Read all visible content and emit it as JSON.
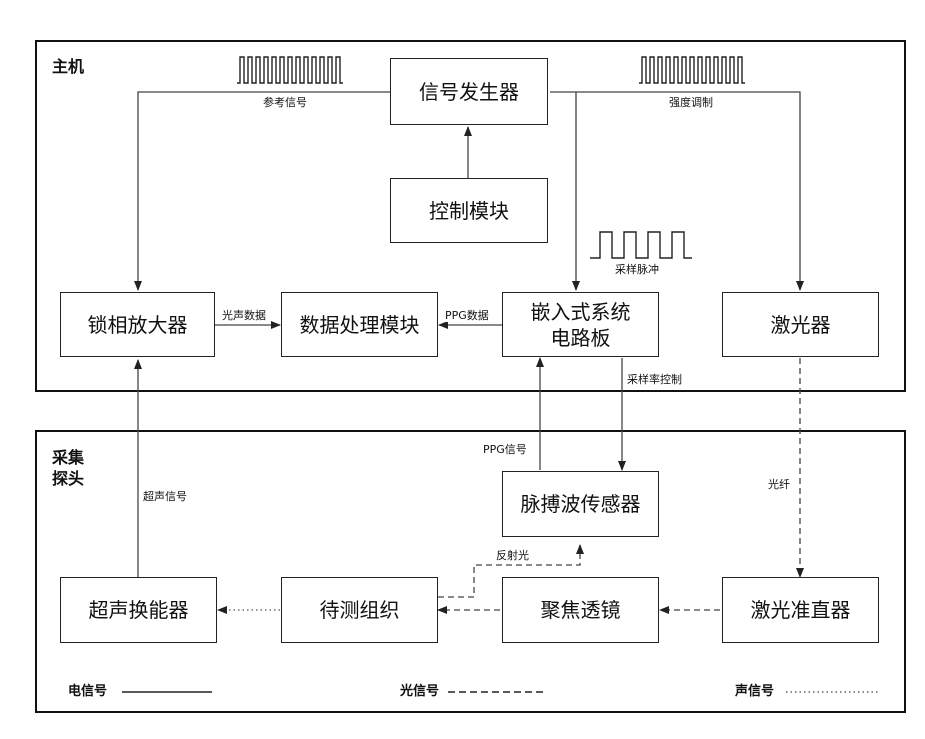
{
  "panels": {
    "host": {
      "title": "主机"
    },
    "probe": {
      "title_line1": "采集",
      "title_line2": "探头"
    }
  },
  "blocks": {
    "signal_generator": "信号发生器",
    "control_module": "控制模块",
    "lockin_amplifier": "锁相放大器",
    "data_processing": "数据处理模块",
    "embedded_board_line1": "嵌入式系统",
    "embedded_board_line2": "电路板",
    "laser": "激光器",
    "pulse_sensor": "脉搏波传感器",
    "ultrasonic_transducer": "超声换能器",
    "tissue": "待测组织",
    "focusing_lens": "聚焦透镜",
    "laser_collimator": "激光准直器"
  },
  "labels": {
    "reference_signal": "参考信号",
    "intensity_modulation": "强度调制",
    "sampling_pulse": "采样脉冲",
    "photoacoustic_data": "光声数据",
    "ppg_data": "PPG数据",
    "sampling_rate_control": "采样率控制",
    "ppg_signal": "PPG信号",
    "ultrasonic_signal": "超声信号",
    "optical_fiber": "光纤",
    "reflected_light": "反射光"
  },
  "legend": {
    "electrical": "电信号",
    "optical": "光信号",
    "acoustic": "声信号"
  }
}
